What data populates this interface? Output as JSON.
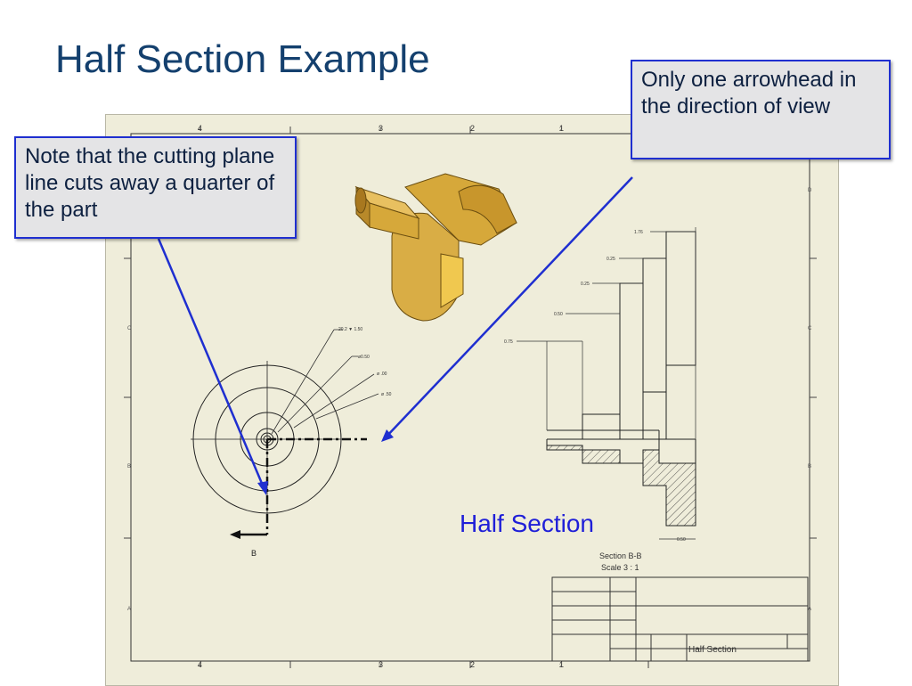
{
  "slide": {
    "title": "Half Section Example"
  },
  "callouts": {
    "cutting_plane_note": "Note that the cutting plane line cuts away a quarter of the part",
    "arrowhead_note": "Only one arrowhead in the direction of view"
  },
  "drawing": {
    "section_view_label": "Half Section",
    "section_caption": "Section B-B",
    "scale_caption": "Scale  3 : 1",
    "cutting_plane_letter": "B",
    "titleblock_name": "Half Section",
    "zone_numbers": [
      "4",
      "3",
      "2",
      "1"
    ]
  },
  "colors": {
    "title": "#14406e",
    "callout_border": "#1f2fd0",
    "callout_fill": "#e4e4e6",
    "pointer_line": "#1f2fd0",
    "sheet": "#efedda",
    "part": "#d6a83a"
  }
}
